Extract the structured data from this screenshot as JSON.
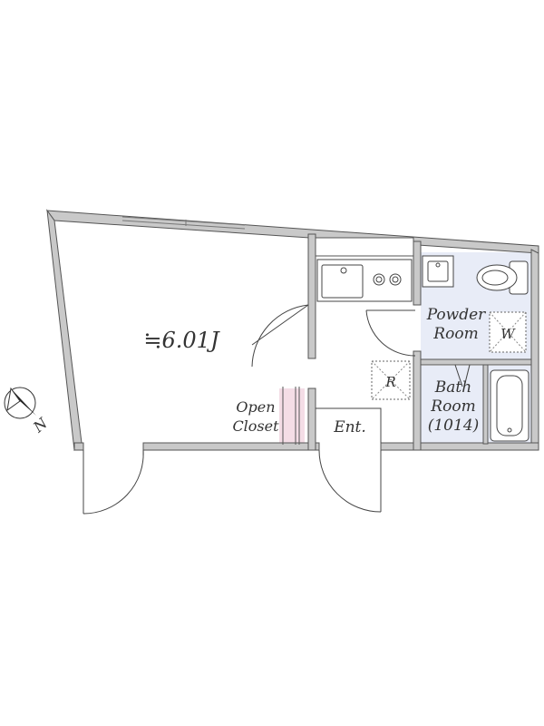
{
  "rooms": {
    "main_room": "≒6.01J",
    "closet_line1": "Open",
    "closet_line2": "Closet",
    "entrance": "Ent.",
    "powder_line1": "Powder",
    "powder_line2": "Room",
    "bath_line1": "Bath",
    "bath_line2": "Room",
    "bath_size": "(1014)"
  },
  "symbols": {
    "refrigerator": "R",
    "washer": "W",
    "compass": "N"
  },
  "colors": {
    "wall": "#c9c9c9",
    "line": "#333333",
    "wet_area": "#e8ecf7",
    "closet": "#f4dde6"
  },
  "icons": [
    "compass-icon",
    "sink-icon",
    "stove-icon",
    "toilet-icon",
    "bathtub-icon",
    "washbasin-icon"
  ]
}
